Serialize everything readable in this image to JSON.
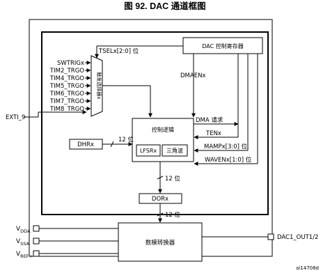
{
  "title": "图 92. DAC 通道框图",
  "blocks": {
    "control_register": "DAC 控制寄存器",
    "mux": "触发选择器x",
    "control_logic": "控制逻辑",
    "lfsr": "LFSRx",
    "triangle": "三角波",
    "dhr": "DHRx",
    "dor": "DORx",
    "dac_converter": "数模转换器"
  },
  "triggers": [
    "SWTRIGx",
    "TIM2_TRGO",
    "TIM4_TRGO",
    "TIM5_TRGO",
    "TIM6_TRGO",
    "TIM7_TRGO",
    "TIM8_TRGO"
  ],
  "signals": {
    "tsel": "TSELx[2:0] 位",
    "dmaen": "DMAENx",
    "dma_request": "DMA 请求",
    "ten": "TENx",
    "mamp": "MAMPx[3:0] 位",
    "wave": "WAVENx[1:0] 位",
    "dhr_bits": "12 位",
    "dor_bits_in": "12 位",
    "dor_bits_out": "12 位"
  },
  "pins": {
    "exti": "EXTI_9",
    "vdda_main": "V",
    "vdda_sub": "DDA",
    "vssa_main": "V",
    "vssa_sub": "SSA",
    "vref_main": "V",
    "vref_sub": "REF+",
    "output": "DAC1_OUT1/2"
  },
  "figure_id": "ai14708d"
}
